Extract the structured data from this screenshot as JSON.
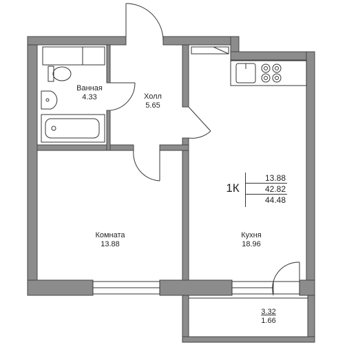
{
  "plan": {
    "rooms": [
      {
        "id": "bathroom",
        "name": "Ванная",
        "area": "4.33"
      },
      {
        "id": "hall",
        "name": "Холл",
        "area": "5.65"
      },
      {
        "id": "room",
        "name": "Комната",
        "area": "13.88"
      },
      {
        "id": "kitchen",
        "name": "Кухня",
        "area": "18.96"
      }
    ],
    "balcony": {
      "area_full": "3.32",
      "area_reduced": "1.66"
    },
    "summary": {
      "type": "1К",
      "living_area": "13.88",
      "total_area": "42.82",
      "total_with_balcony": "44.48"
    },
    "colors": {
      "wall": "#8c8c8c",
      "wall_stroke": "#444444",
      "line": "#333333"
    }
  }
}
